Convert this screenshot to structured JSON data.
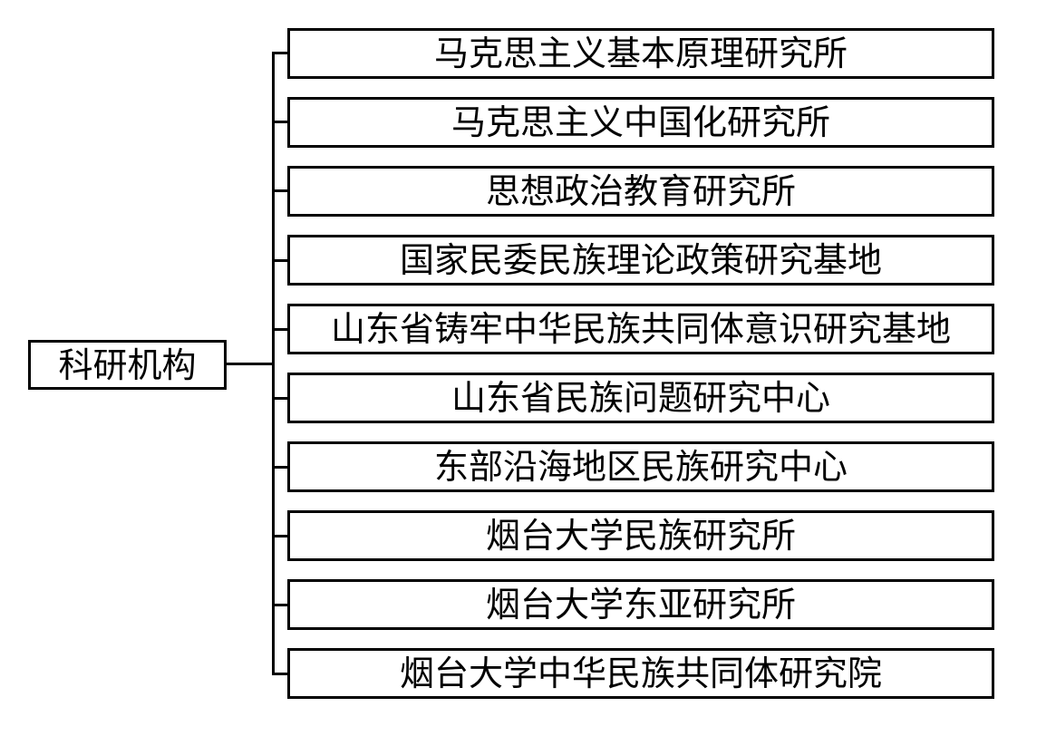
{
  "root": {
    "label": "科研机构"
  },
  "children": [
    {
      "label": "马克思主义基本原理研究所"
    },
    {
      "label": "马克思主义中国化研究所"
    },
    {
      "label": "思想政治教育研究所"
    },
    {
      "label": "国家民委民族理论政策研究基地"
    },
    {
      "label": "山东省铸牢中华民族共同体意识研究基地"
    },
    {
      "label": "山东省民族问题研究中心"
    },
    {
      "label": "东部沿海地区民族研究中心"
    },
    {
      "label": "烟台大学民族研究所"
    },
    {
      "label": "烟台大学东亚研究所"
    },
    {
      "label": "烟台大学中华民族共同体研究院"
    }
  ]
}
